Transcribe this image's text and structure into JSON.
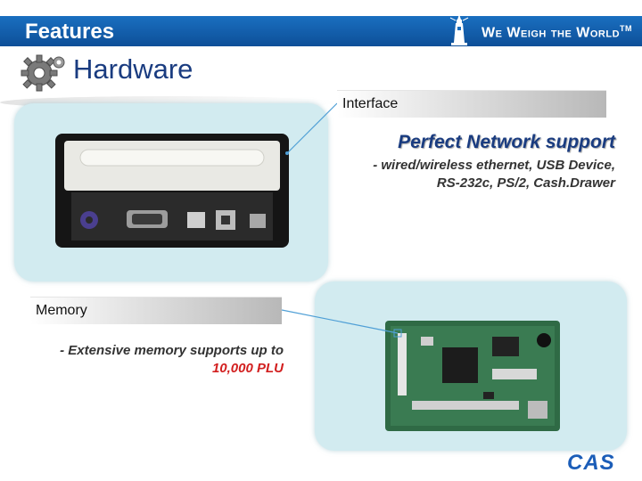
{
  "header": {
    "title": "Features",
    "brand_tagline": "We Weigh the World",
    "brand_tm": "TM"
  },
  "section": {
    "title": "Hardware"
  },
  "interface": {
    "label": "Interface",
    "title": "Perfect Network support",
    "description": "- wired/wireless ethernet, USB Device, RS-232c, PS/2, Cash.Drawer"
  },
  "memory": {
    "label": "Memory",
    "description_prefix": "- Extensive memory supports up to ",
    "description_highlight": "10,000 PLU"
  },
  "logo": {
    "text": "CAS"
  },
  "colors": {
    "header_blue": "#0d4f98",
    "title_blue": "#1a3c80",
    "panel_bg": "#d2ebf0",
    "highlight_red": "#d21f1f",
    "logo_blue": "#1b5db8"
  },
  "icons": {
    "section": "gear-icon",
    "brand": "lighthouse-icon"
  }
}
